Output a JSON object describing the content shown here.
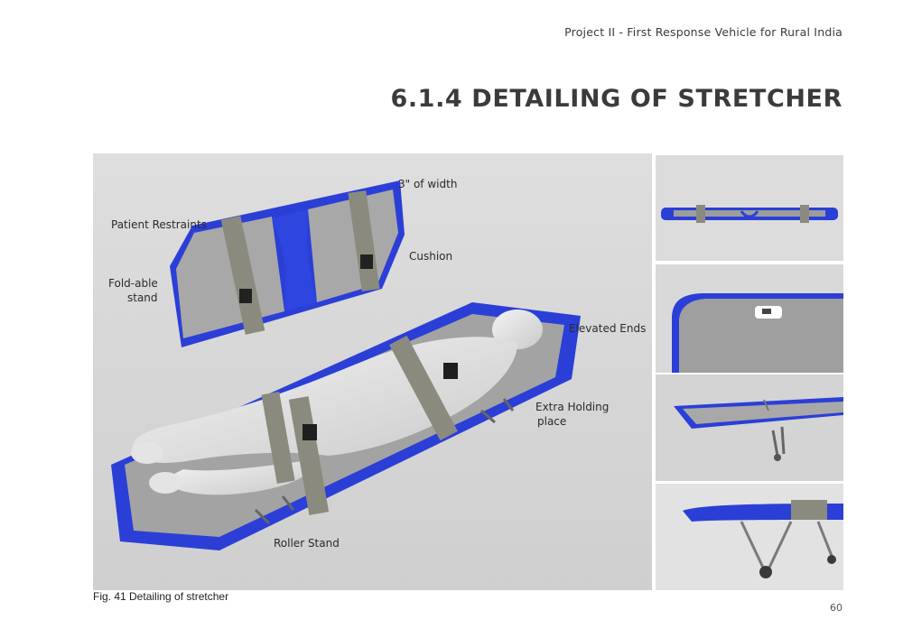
{
  "header": {
    "project": "Project II - First Response Vehicle for Rural India",
    "title": "6.1.4 DETAILING OF STRETCHER"
  },
  "figure": {
    "labels": {
      "width": "3\" of width",
      "patient_restraints": "Patient Restraints",
      "cushion": "Cushion",
      "foldable_line1": "Fold-able",
      "foldable_line2": "stand",
      "elevated_ends": "Elevated Ends",
      "extra_holding_line1": "Extra Holding",
      "extra_holding_line2": "place",
      "roller_stand": "Roller Stand"
    },
    "caption": "Fig. 41 Detailing of stretcher"
  },
  "colors": {
    "frame_blue": "#2b3fd6",
    "strap": "#8b8a7e",
    "mattress": "#a9a9a9",
    "background": "#d6d6d6"
  },
  "page_number": "60"
}
